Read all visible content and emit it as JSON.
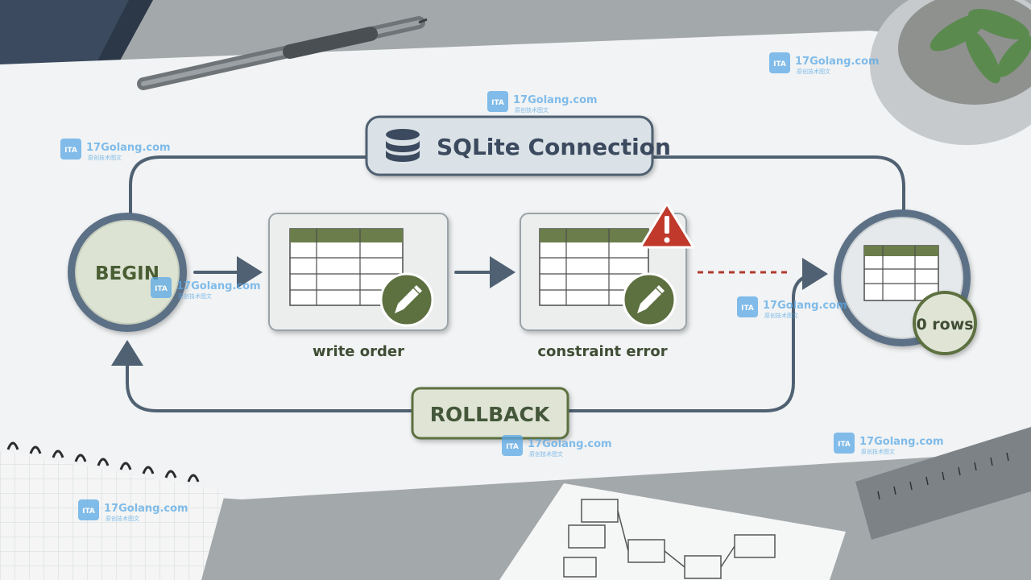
{
  "diagram": {
    "connection_label": "SQLite Connection",
    "begin_label": "BEGIN",
    "write_label": "write order",
    "error_label": "constraint error",
    "rollback_label": "ROLLBACK",
    "result_label": "0 rows"
  },
  "watermark": {
    "brand": "17Golang.com",
    "logo_glyph": "ITA",
    "subtitle": "原创技术图文"
  },
  "colors": {
    "paper": "#f1f3f4",
    "flow_line": "#4f6172",
    "node_ring": "#5b6f86",
    "node_fill": "#dde3d2",
    "table_header": "#6b7d4a",
    "pencil_badge": "#5d7040",
    "error_badge": "#c0392b",
    "dashed_link": "#b03a2e",
    "label_text": "#3f4d34",
    "watermark": "#5aa9e6"
  },
  "icons": {
    "database": "database-icon",
    "pencil": "pencil-icon",
    "warning": "warning-triangle-icon",
    "watermark_logo": "brand-logo-icon"
  }
}
